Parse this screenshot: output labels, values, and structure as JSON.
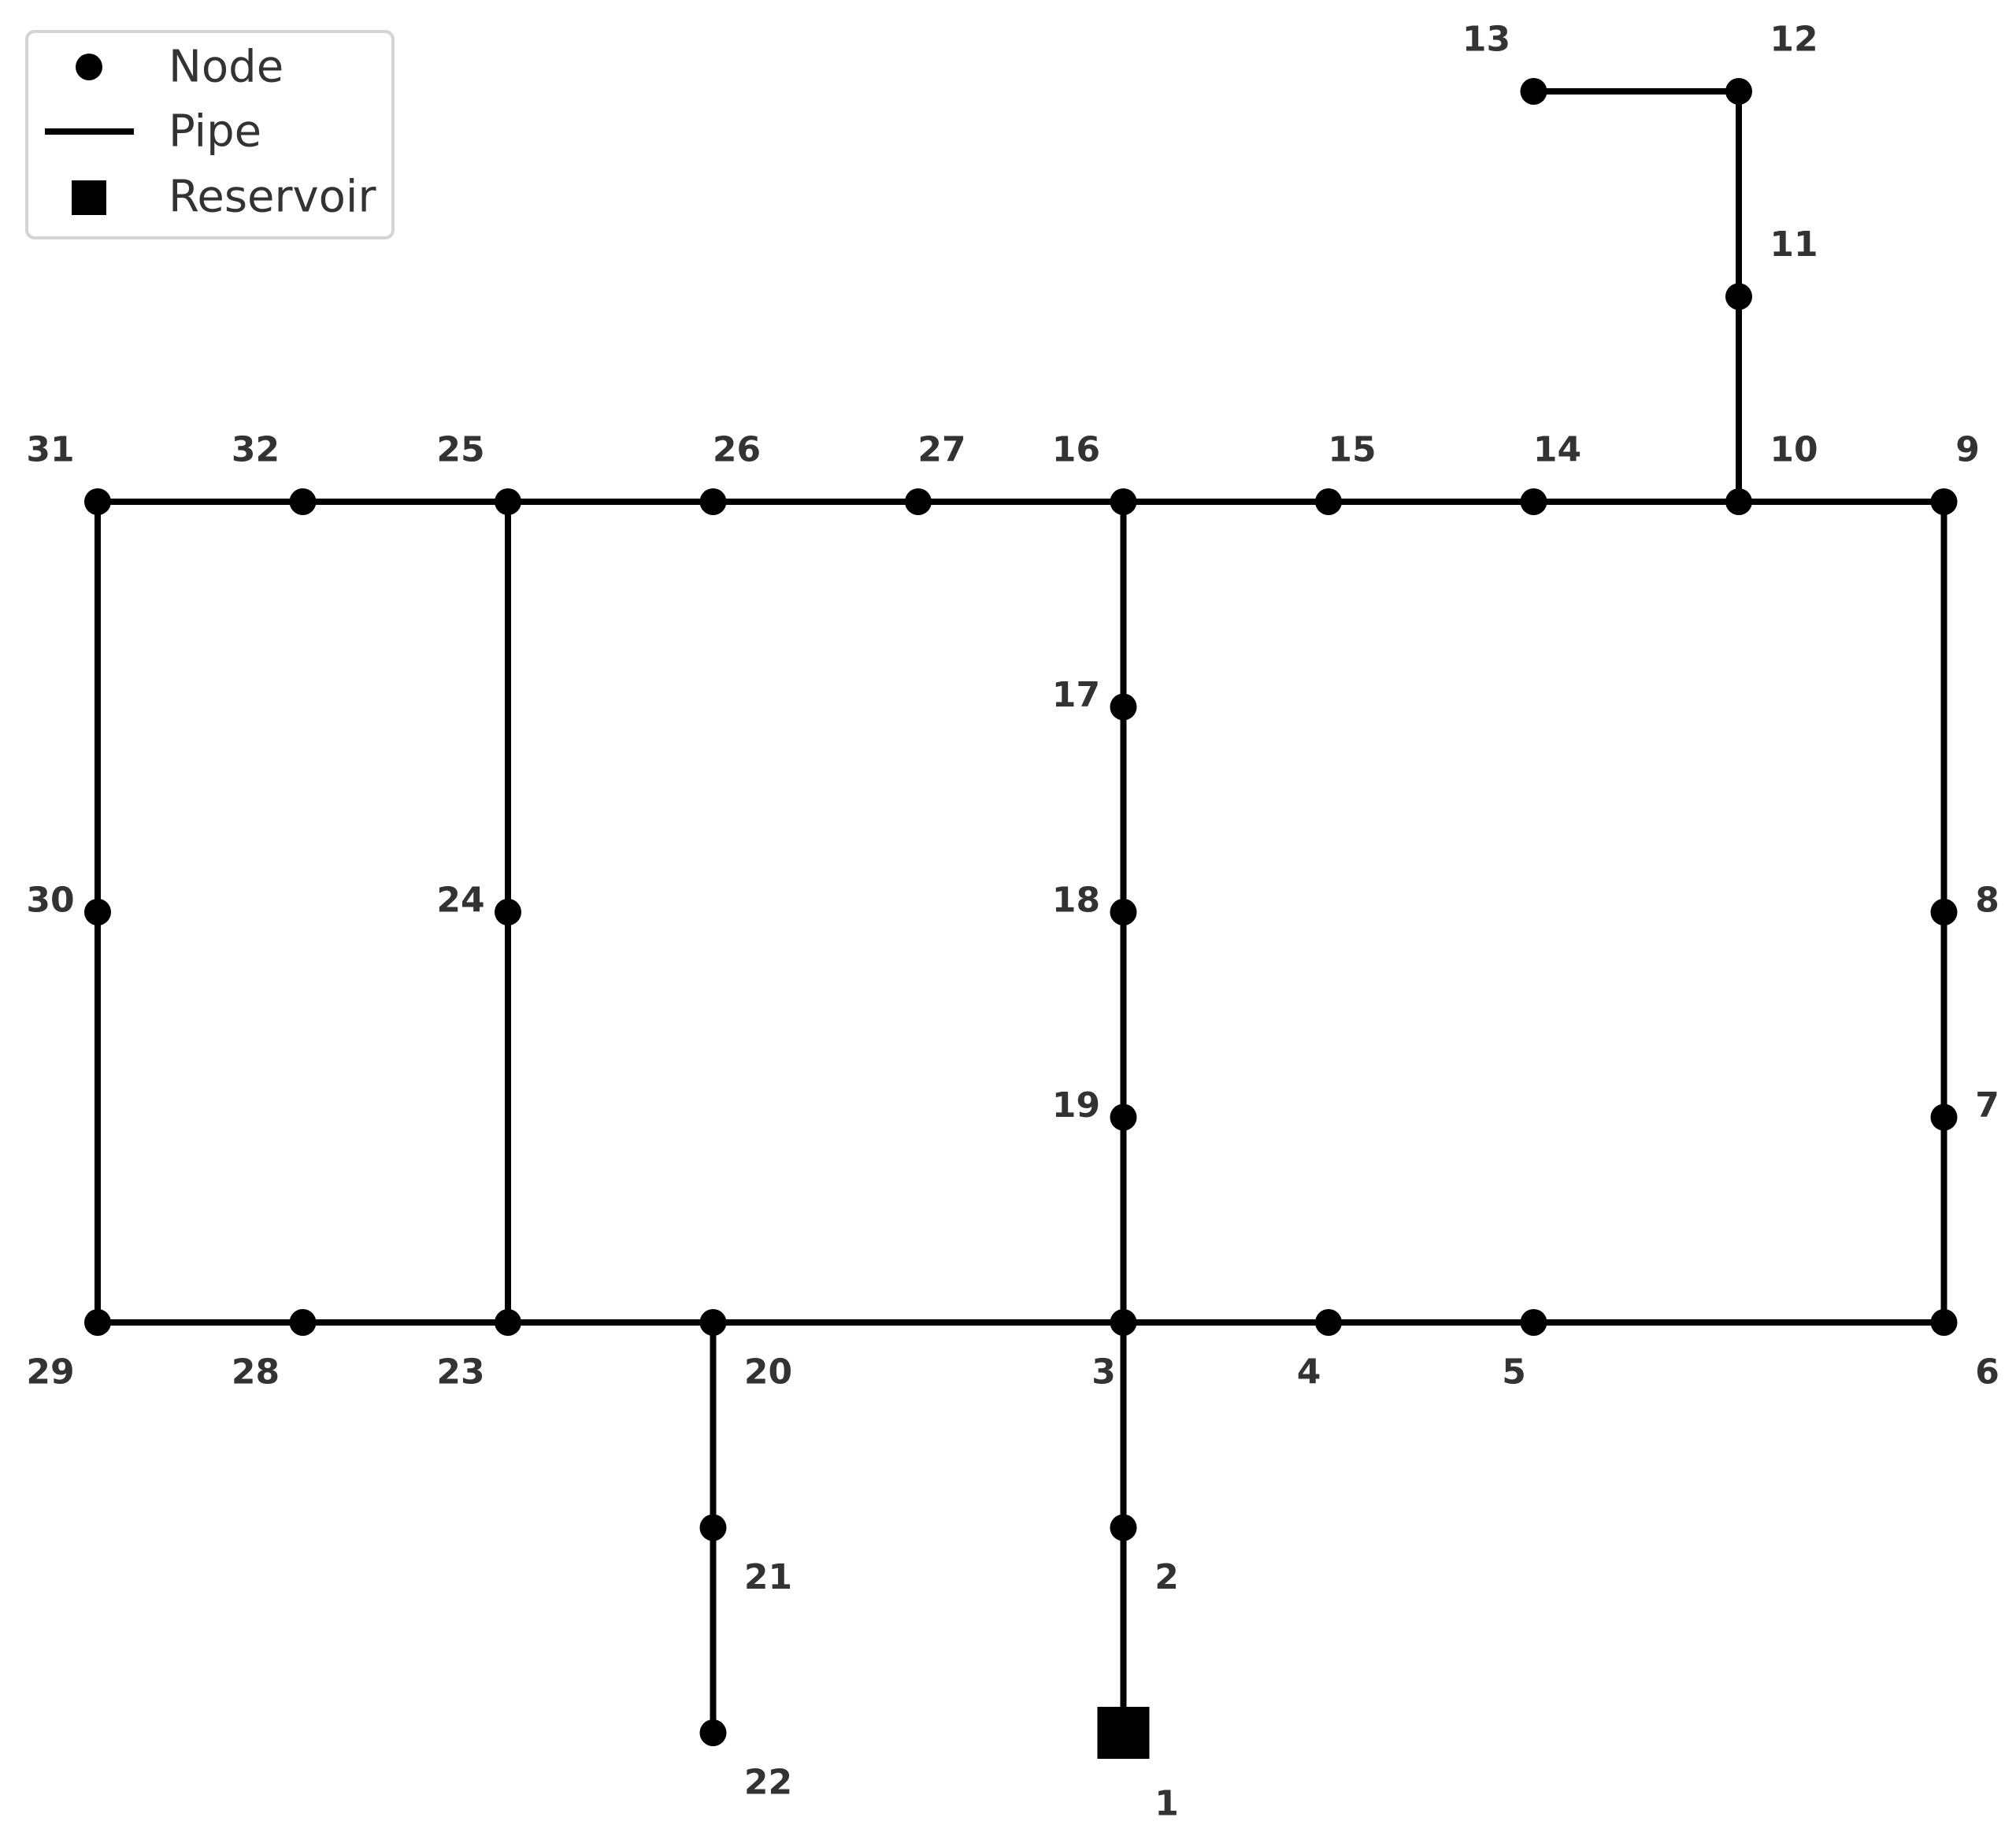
{
  "colors": {
    "line": "#000000",
    "label": "#333333",
    "legend_border": "#d4d4d4"
  },
  "legend": {
    "node": "Node",
    "pipe": "Pipe",
    "reservoir": "Reservoir"
  },
  "network": {
    "nodes": [
      {
        "id": "1",
        "type": "reservoir",
        "gx": 5,
        "gy": -4
      },
      {
        "id": "2",
        "gx": 5,
        "gy": -3
      },
      {
        "id": "3",
        "gx": 5,
        "gy": -2
      },
      {
        "id": "4",
        "gx": 6,
        "gy": -2
      },
      {
        "id": "5",
        "gx": 7,
        "gy": -2
      },
      {
        "id": "6",
        "gx": 9,
        "gy": -2
      },
      {
        "id": "7",
        "gx": 9,
        "gy": -1
      },
      {
        "id": "8",
        "gx": 9,
        "gy": 0
      },
      {
        "id": "9",
        "gx": 9,
        "gy": 2
      },
      {
        "id": "10",
        "gx": 8,
        "gy": 2
      },
      {
        "id": "11",
        "gx": 8,
        "gy": 3
      },
      {
        "id": "12",
        "gx": 8,
        "gy": 4
      },
      {
        "id": "13",
        "gx": 7,
        "gy": 4
      },
      {
        "id": "14",
        "gx": 7,
        "gy": 2
      },
      {
        "id": "15",
        "gx": 6,
        "gy": 2
      },
      {
        "id": "16",
        "gx": 5,
        "gy": 2
      },
      {
        "id": "17",
        "gx": 5,
        "gy": 1
      },
      {
        "id": "18",
        "gx": 5,
        "gy": 0
      },
      {
        "id": "19",
        "gx": 5,
        "gy": -1
      },
      {
        "id": "20",
        "gx": 3,
        "gy": -2
      },
      {
        "id": "21",
        "gx": 3,
        "gy": -3
      },
      {
        "id": "22",
        "gx": 3,
        "gy": -4
      },
      {
        "id": "23",
        "gx": 2,
        "gy": -2
      },
      {
        "id": "24",
        "gx": 2,
        "gy": 0
      },
      {
        "id": "25",
        "gx": 2,
        "gy": 2
      },
      {
        "id": "26",
        "gx": 3,
        "gy": 2
      },
      {
        "id": "27",
        "gx": 4,
        "gy": 2
      },
      {
        "id": "28",
        "gx": 1,
        "gy": -2
      },
      {
        "id": "29",
        "gx": 0,
        "gy": -2
      },
      {
        "id": "30",
        "gx": 0,
        "gy": 0
      },
      {
        "id": "31",
        "gx": 0,
        "gy": 2
      },
      {
        "id": "32",
        "gx": 1,
        "gy": 2
      }
    ],
    "pipes": [
      [
        "1",
        "2"
      ],
      [
        "2",
        "3"
      ],
      [
        "3",
        "4"
      ],
      [
        "4",
        "5"
      ],
      [
        "5",
        "6"
      ],
      [
        "6",
        "7"
      ],
      [
        "7",
        "8"
      ],
      [
        "8",
        "9"
      ],
      [
        "9",
        "10"
      ],
      [
        "10",
        "11"
      ],
      [
        "11",
        "12"
      ],
      [
        "12",
        "13"
      ],
      [
        "10",
        "14"
      ],
      [
        "14",
        "15"
      ],
      [
        "15",
        "16"
      ],
      [
        "16",
        "17"
      ],
      [
        "17",
        "18"
      ],
      [
        "18",
        "19"
      ],
      [
        "19",
        "3"
      ],
      [
        "3",
        "20"
      ],
      [
        "20",
        "21"
      ],
      [
        "21",
        "22"
      ],
      [
        "20",
        "23"
      ],
      [
        "23",
        "24"
      ],
      [
        "24",
        "25"
      ],
      [
        "25",
        "26"
      ],
      [
        "26",
        "27"
      ],
      [
        "27",
        "16"
      ],
      [
        "23",
        "28"
      ],
      [
        "28",
        "29"
      ],
      [
        "29",
        "30"
      ],
      [
        "30",
        "31"
      ],
      [
        "31",
        "32"
      ],
      [
        "32",
        "25"
      ]
    ]
  }
}
